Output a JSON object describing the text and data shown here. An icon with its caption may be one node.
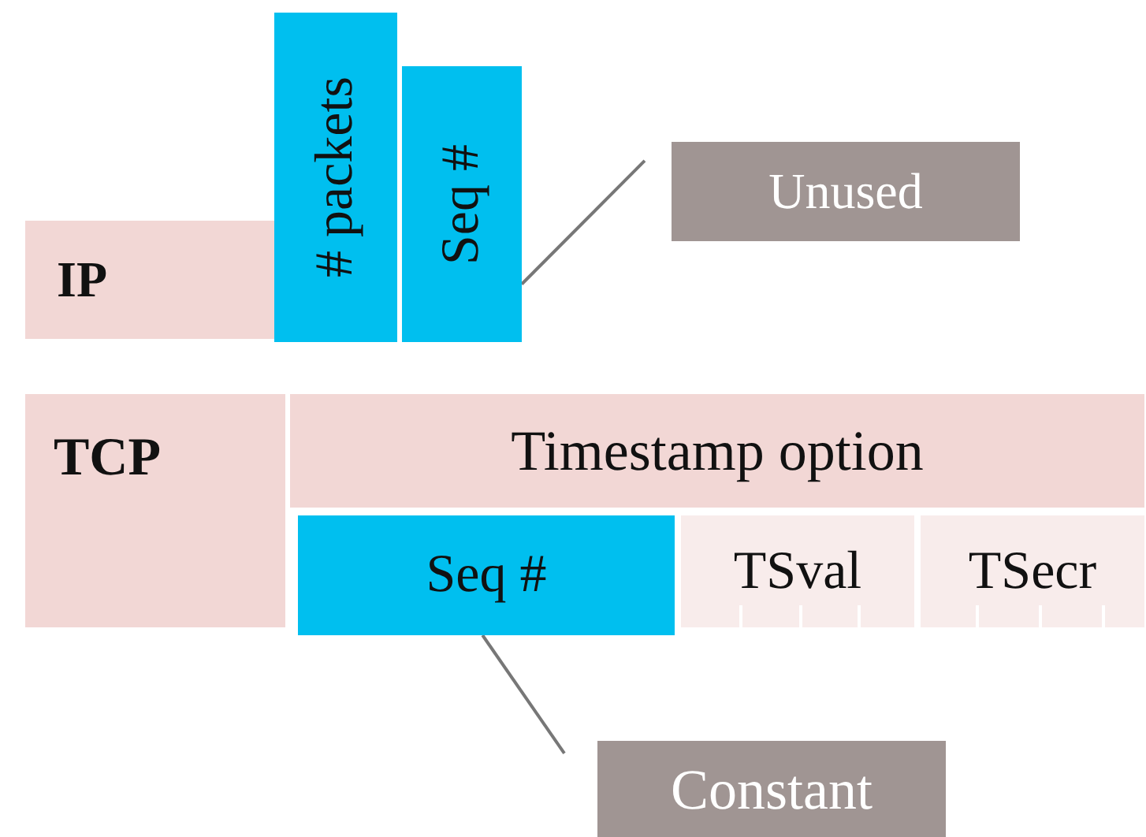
{
  "diagram": {
    "nodes": [
      {
        "text": [
          "IP"
        ]
      },
      {
        "text": [
          "# packets"
        ]
      },
      {
        "text": [
          "Seq #"
        ]
      },
      {
        "text": [
          "Unused"
        ]
      },
      {
        "text": [
          "TCP"
        ]
      },
      {
        "text": [
          "Timestamp option"
        ]
      },
      {
        "text": [
          "Seq #"
        ]
      },
      {
        "text": [
          "TSval"
        ]
      },
      {
        "text": [
          "TSecr"
        ]
      },
      {
        "text": [
          "Constant"
        ]
      }
    ],
    "edges": [
      {
        "from": 3,
        "to": 2,
        "arrow": "none"
      },
      {
        "from": 9,
        "to": 6,
        "arrow": "none"
      }
    ]
  }
}
